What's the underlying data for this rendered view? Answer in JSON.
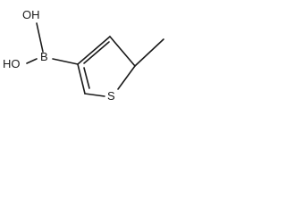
{
  "molecule": {
    "atoms": {
      "oh_top": "OH",
      "oh_left": "HO",
      "boron": "B",
      "sulfur": "S"
    }
  }
}
